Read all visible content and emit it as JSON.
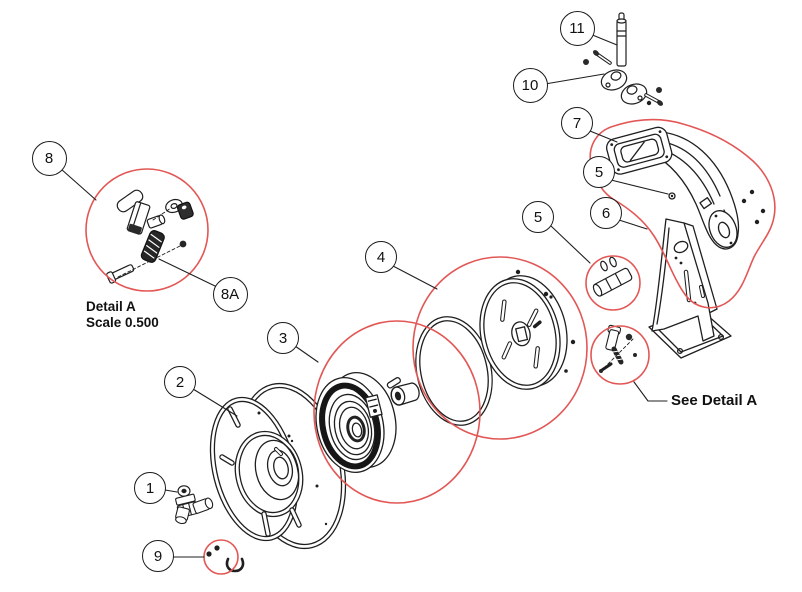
{
  "figure": {
    "type": "exploded-parts-diagram",
    "description": "Exploded view of hose reel assembly with numbered callouts",
    "background": "#ffffff"
  },
  "colors": {
    "line": "#1f1f1f",
    "highlight": "#e25755"
  },
  "balloons": [
    {
      "label": "1"
    },
    {
      "label": "2"
    },
    {
      "label": "3"
    },
    {
      "label": "4"
    },
    {
      "label": "5"
    },
    {
      "label": "5"
    },
    {
      "label": "6"
    },
    {
      "label": "7"
    },
    {
      "label": "8"
    },
    {
      "label": "8A"
    },
    {
      "label": "9"
    },
    {
      "label": "10"
    },
    {
      "label": "11"
    }
  ],
  "labels": {
    "detail_title": "Detail A",
    "detail_scale": "Scale 0.500",
    "see_detail": "See Detail A"
  }
}
